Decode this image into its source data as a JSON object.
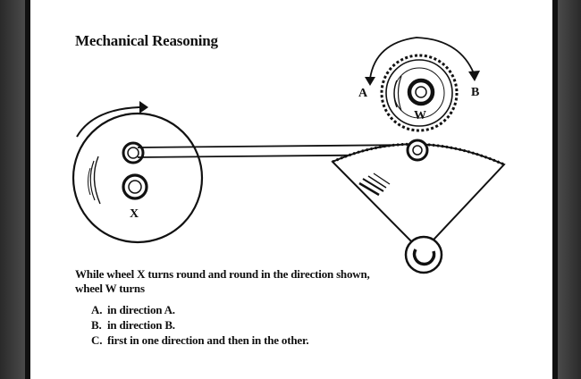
{
  "header": {
    "title": "Mechanical Reasoning"
  },
  "diagram": {
    "wheel_x_label": "X",
    "wheel_w_label": "W",
    "direction_a_label": "A",
    "direction_b_label": "B"
  },
  "question": {
    "text": "While wheel X turns round and round in the direction shown, wheel W turns",
    "options": [
      {
        "letter": "A.",
        "text": "in direction A."
      },
      {
        "letter": "B.",
        "text": "in direction B."
      },
      {
        "letter": "C.",
        "text": "first in one direction and then in the other."
      }
    ]
  }
}
